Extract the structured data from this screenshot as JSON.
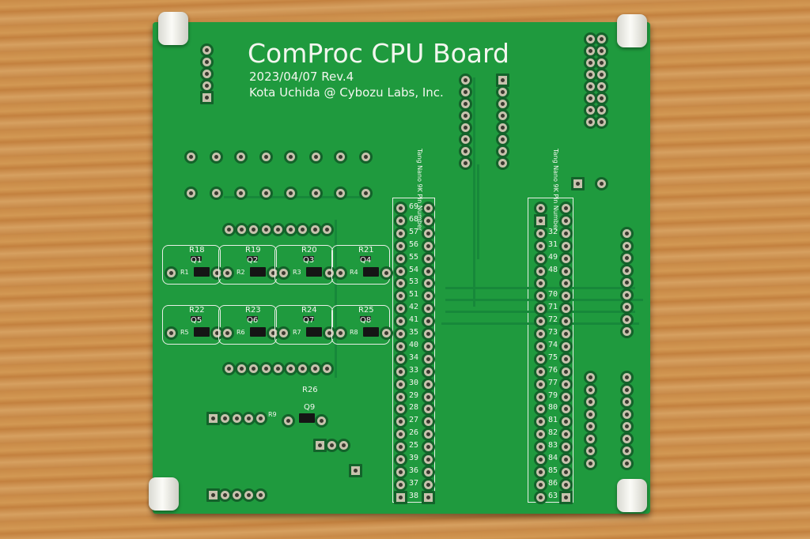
{
  "board": {
    "title": "ComProc CPU Board",
    "date_rev": "2023/04/07 Rev.4",
    "author": "Kota Uchida @ Cybozu Labs, Inc.",
    "color": "#1f9a3e"
  },
  "header_label_left": "Tang Nano 9K Pin Number",
  "header_label_right": "Tang Nano 9K Pin Number",
  "left_header_pins": [
    "69",
    "68",
    "57",
    "56",
    "55",
    "54",
    "53",
    "51",
    "42",
    "41",
    "35",
    "40",
    "34",
    "33",
    "30",
    "29",
    "28",
    "27",
    "26",
    "25",
    "39",
    "36",
    "37",
    "38"
  ],
  "right_header_pins": [
    "",
    "",
    "32",
    "31",
    "49",
    "48",
    "",
    "70",
    "71",
    "72",
    "73",
    "74",
    "75",
    "76",
    "77",
    "79",
    "80",
    "81",
    "82",
    "83",
    "84",
    "85",
    "86",
    "63"
  ],
  "resistors_top": [
    "R18",
    "R19",
    "R20",
    "R21",
    "R22",
    "R23",
    "R24",
    "R25",
    "R26"
  ],
  "transistors": [
    "Q1",
    "Q2",
    "Q3",
    "Q4",
    "Q5",
    "Q6",
    "Q7",
    "Q8",
    "Q9"
  ],
  "resistors_small": [
    "R1",
    "R2",
    "R3",
    "R4",
    "R5",
    "R6",
    "R7",
    "R8",
    "R9"
  ]
}
